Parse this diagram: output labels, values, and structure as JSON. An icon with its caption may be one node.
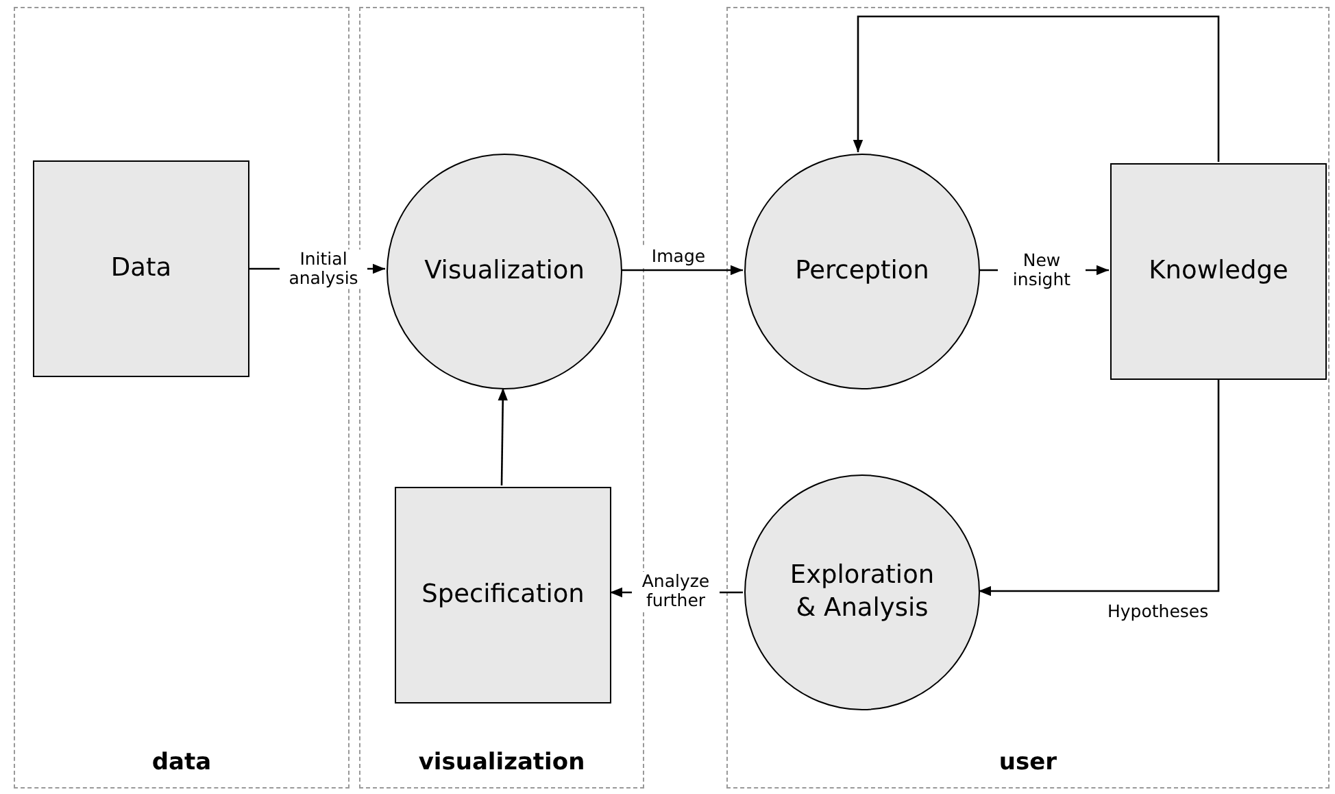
{
  "diagram": {
    "nodes": [
      {
        "text": [
          "data"
        ]
      },
      {
        "text": [
          "Data"
        ],
        "in": 0
      },
      {
        "text": [
          "visualization"
        ]
      },
      {
        "text": [
          "Visualization"
        ],
        "in": 2
      },
      {
        "text": [
          "Specification"
        ],
        "in": 2
      },
      {
        "text": [
          "user"
        ]
      },
      {
        "text": [
          "Perception"
        ],
        "in": 5
      },
      {
        "text": [
          "Knowledge"
        ],
        "in": 5
      },
      {
        "text": [
          "Exploration & Analysis"
        ],
        "in": 5
      }
    ],
    "edges": [
      {
        "from": 1,
        "to": 3,
        "arrow": "to",
        "label": "Initial analysis"
      },
      {
        "from": 3,
        "to": 6,
        "arrow": "to",
        "label": "Image"
      },
      {
        "from": 6,
        "to": 7,
        "arrow": "to",
        "label": "New insight"
      },
      {
        "from": 7,
        "to": 6,
        "arrow": "to"
      },
      {
        "from": 7,
        "to": 8,
        "arrow": "to",
        "label": "Hypotheses"
      },
      {
        "from": 8,
        "to": 4,
        "arrow": "to",
        "label": "Analyze further"
      },
      {
        "from": 4,
        "to": 3,
        "arrow": "to"
      }
    ]
  }
}
